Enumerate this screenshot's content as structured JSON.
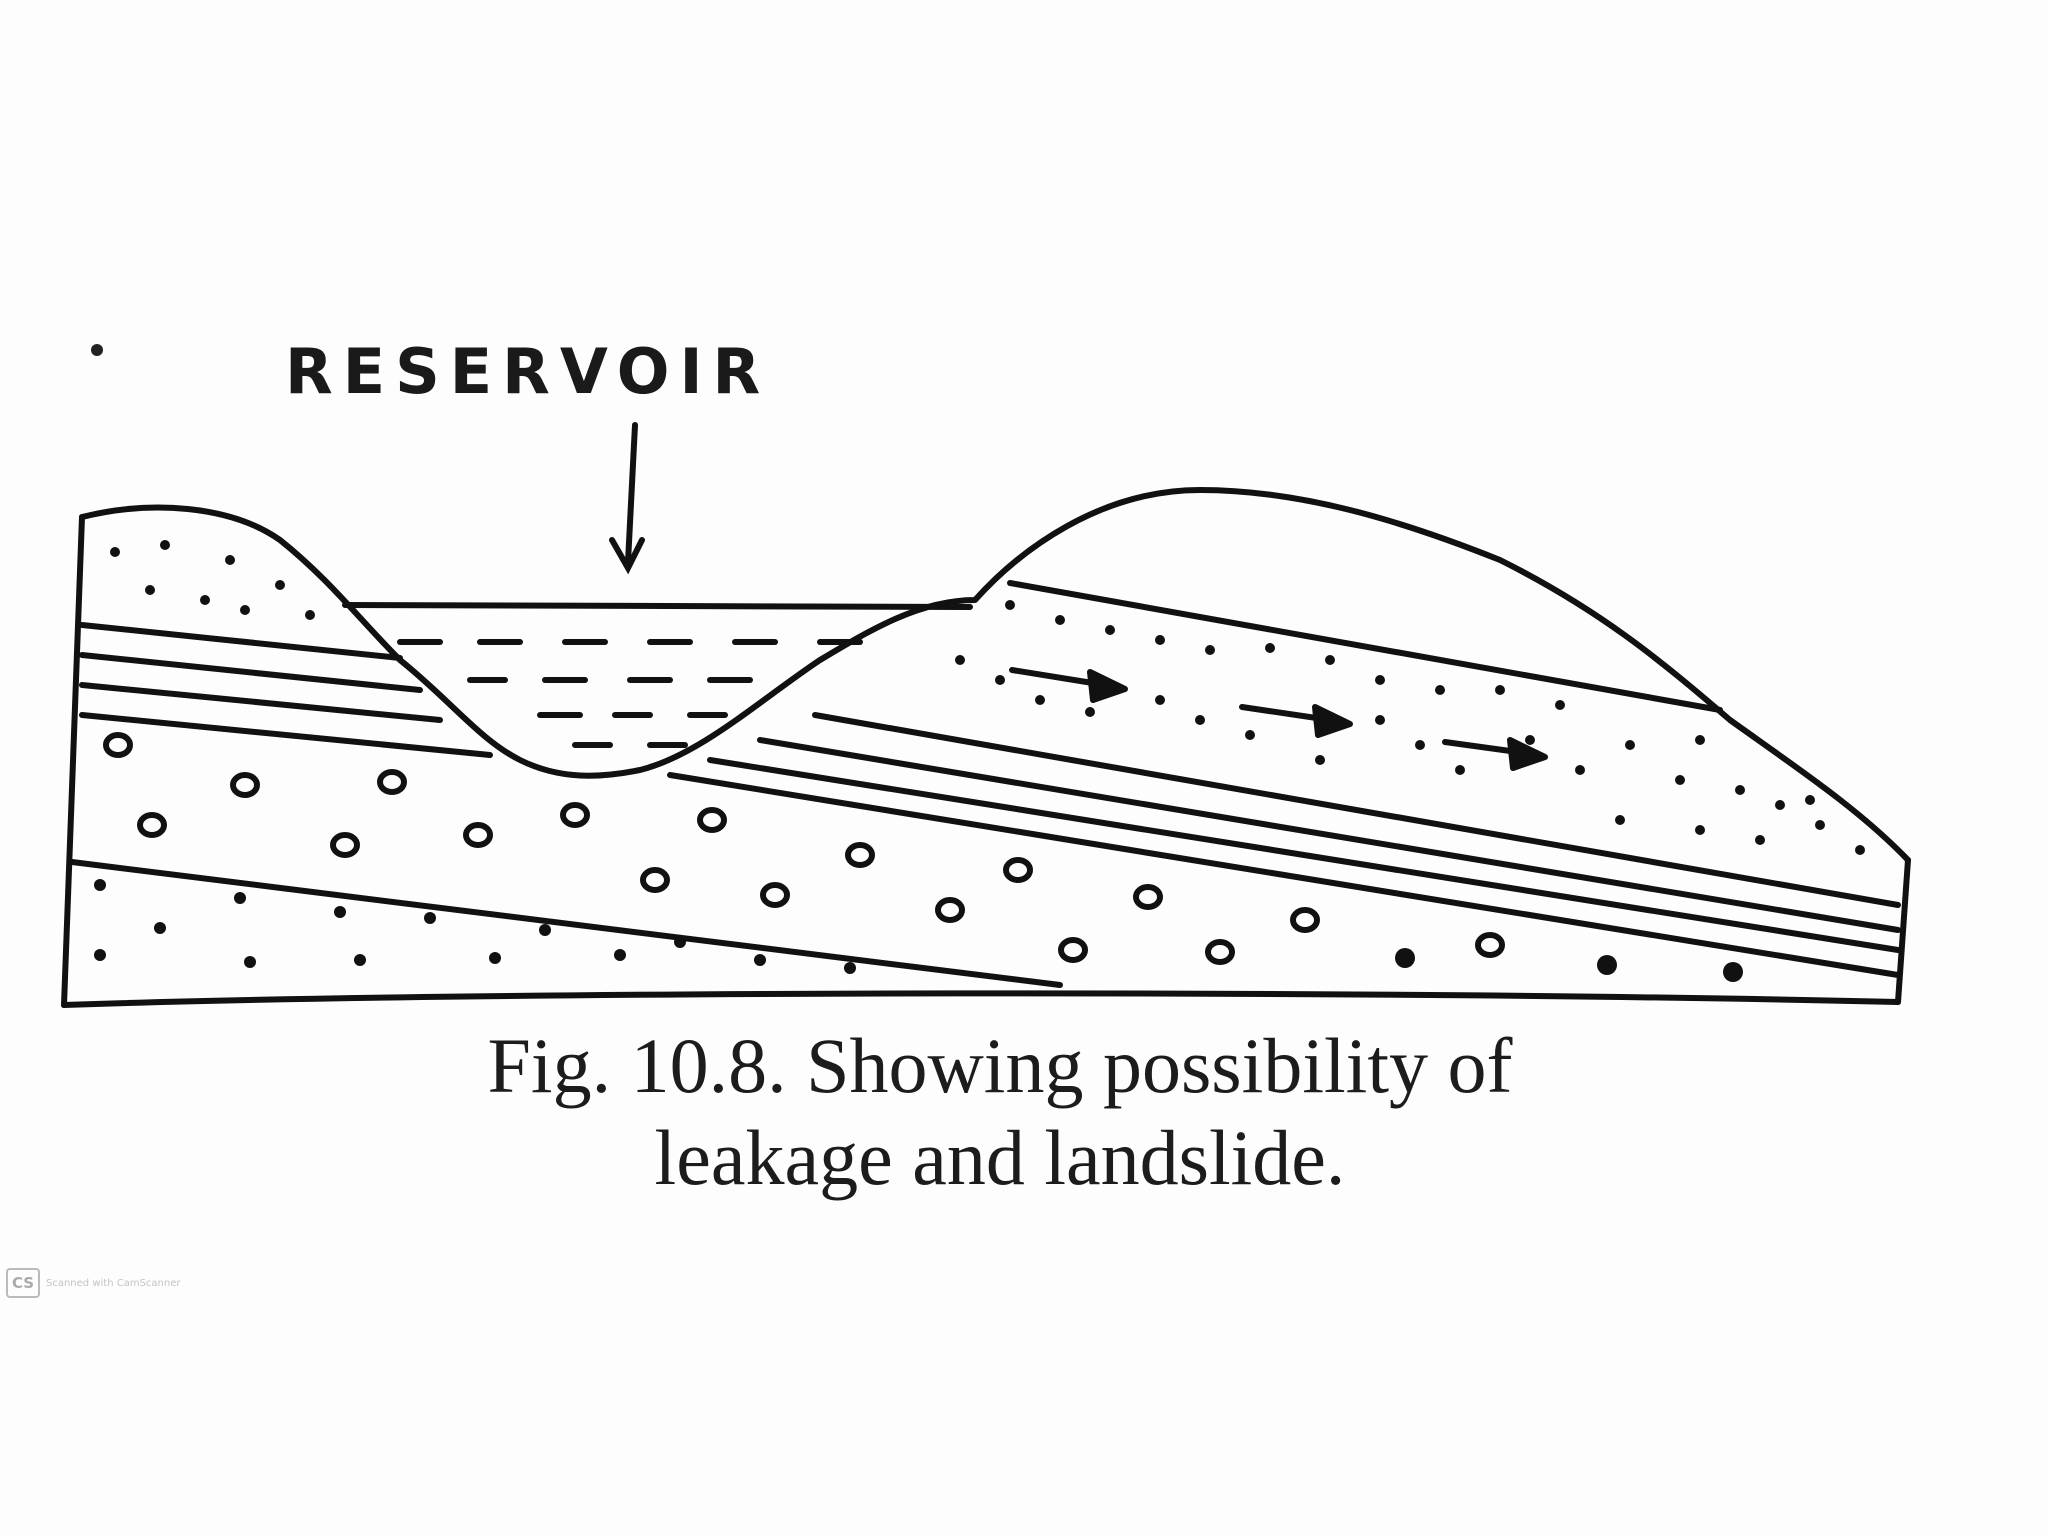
{
  "diagram": {
    "label": "RESERVOIR"
  },
  "caption": {
    "line1": "Fig. 10.8. Showing possibility of",
    "line2": "leakage and landslide."
  },
  "watermark": {
    "logo_text": "CS",
    "text": "Scanned with CamScanner"
  },
  "icons": {
    "flow_arrows": "arrow-right-icon",
    "pointer": "arrow-down-icon"
  }
}
